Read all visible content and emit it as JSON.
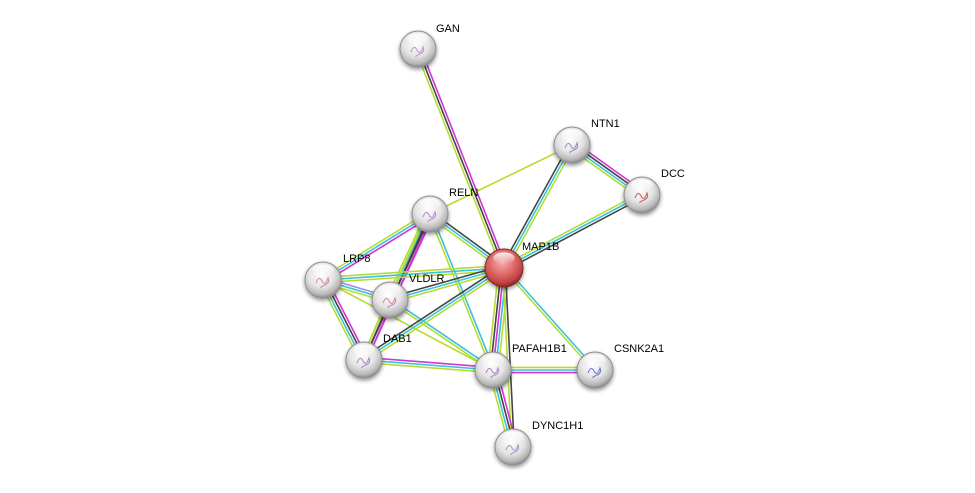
{
  "diagram": {
    "type": "protein-interaction-network",
    "query_protein": "MAP1B",
    "colors": {
      "query_node": "#e05050",
      "other_node": "#e8e8e8",
      "experiments": "#d234d8",
      "databases": "#36c4dc",
      "textmining": "#b6dc34",
      "coexpression": "#444444",
      "homology": "#9a8cf0"
    },
    "nodes": [
      {
        "id": "MAP1B",
        "label": "MAP1B",
        "query": true
      },
      {
        "id": "GAN",
        "label": "GAN"
      },
      {
        "id": "NTN1",
        "label": "NTN1"
      },
      {
        "id": "DCC",
        "label": "DCC"
      },
      {
        "id": "RELN",
        "label": "RELN"
      },
      {
        "id": "LRP8",
        "label": "LRP8"
      },
      {
        "id": "VLDLR",
        "label": "VLDLR"
      },
      {
        "id": "DAB1",
        "label": "DAB1"
      },
      {
        "id": "PAFAH1B1",
        "label": "PAFAH1B1"
      },
      {
        "id": "CSNK2A1",
        "label": "CSNK2A1"
      },
      {
        "id": "DYNC1H1",
        "label": "DYNC1H1"
      }
    ],
    "edges": [
      {
        "source": "GAN",
        "target": "MAP1B",
        "evidence": [
          "experiments",
          "coexpression",
          "textmining"
        ]
      },
      {
        "source": "NTN1",
        "target": "MAP1B",
        "evidence": [
          "textmining",
          "databases",
          "coexpression"
        ]
      },
      {
        "source": "NTN1",
        "target": "RELN",
        "evidence": [
          "textmining"
        ]
      },
      {
        "source": "NTN1",
        "target": "DCC",
        "evidence": [
          "experiments",
          "coexpression",
          "databases",
          "textmining"
        ]
      },
      {
        "source": "DCC",
        "target": "MAP1B",
        "evidence": [
          "coexpression",
          "databases",
          "textmining"
        ]
      },
      {
        "source": "RELN",
        "target": "MAP1B",
        "evidence": [
          "coexpression",
          "databases",
          "textmining"
        ]
      },
      {
        "source": "RELN",
        "target": "LRP8",
        "evidence": [
          "experiments",
          "databases",
          "textmining"
        ]
      },
      {
        "source": "RELN",
        "target": "VLDLR",
        "evidence": [
          "experiments",
          "coexpression",
          "databases",
          "textmining"
        ]
      },
      {
        "source": "RELN",
        "target": "DAB1",
        "evidence": [
          "experiments",
          "coexpression",
          "textmining"
        ]
      },
      {
        "source": "RELN",
        "target": "PAFAH1B1",
        "evidence": [
          "databases",
          "textmining"
        ]
      },
      {
        "source": "LRP8",
        "target": "VLDLR",
        "evidence": [
          "homology",
          "databases",
          "textmining"
        ]
      },
      {
        "source": "LRP8",
        "target": "DAB1",
        "evidence": [
          "experiments",
          "coexpression",
          "databases",
          "textmining"
        ]
      },
      {
        "source": "LRP8",
        "target": "MAP1B",
        "evidence": [
          "textmining",
          "databases",
          "textmining"
        ]
      },
      {
        "source": "LRP8",
        "target": "PAFAH1B1",
        "evidence": [
          "textmining"
        ]
      },
      {
        "source": "VLDLR",
        "target": "MAP1B",
        "evidence": [
          "coexpression",
          "databases",
          "textmining"
        ]
      },
      {
        "source": "VLDLR",
        "target": "DAB1",
        "evidence": [
          "experiments",
          "coexpression",
          "textmining"
        ]
      },
      {
        "source": "VLDLR",
        "target": "PAFAH1B1",
        "evidence": [
          "databases",
          "textmining"
        ]
      },
      {
        "source": "DAB1",
        "target": "MAP1B",
        "evidence": [
          "coexpression",
          "databases",
          "textmining"
        ]
      },
      {
        "source": "DAB1",
        "target": "PAFAH1B1",
        "evidence": [
          "experiments",
          "databases",
          "textmining"
        ]
      },
      {
        "source": "MAP1B",
        "target": "PAFAH1B1",
        "evidence": [
          "textmining",
          "databases",
          "experiments",
          "coexpression",
          "textmining"
        ]
      },
      {
        "source": "MAP1B",
        "target": "CSNK2A1",
        "evidence": [
          "databases",
          "textmining"
        ]
      },
      {
        "source": "MAP1B",
        "target": "DYNC1H1",
        "evidence": [
          "coexpression",
          "textmining"
        ]
      },
      {
        "source": "PAFAH1B1",
        "target": "CSNK2A1",
        "evidence": [
          "textmining",
          "databases",
          "experiments"
        ]
      },
      {
        "source": "PAFAH1B1",
        "target": "DYNC1H1",
        "evidence": [
          "experiments",
          "coexpression",
          "databases",
          "textmining"
        ]
      }
    ]
  }
}
